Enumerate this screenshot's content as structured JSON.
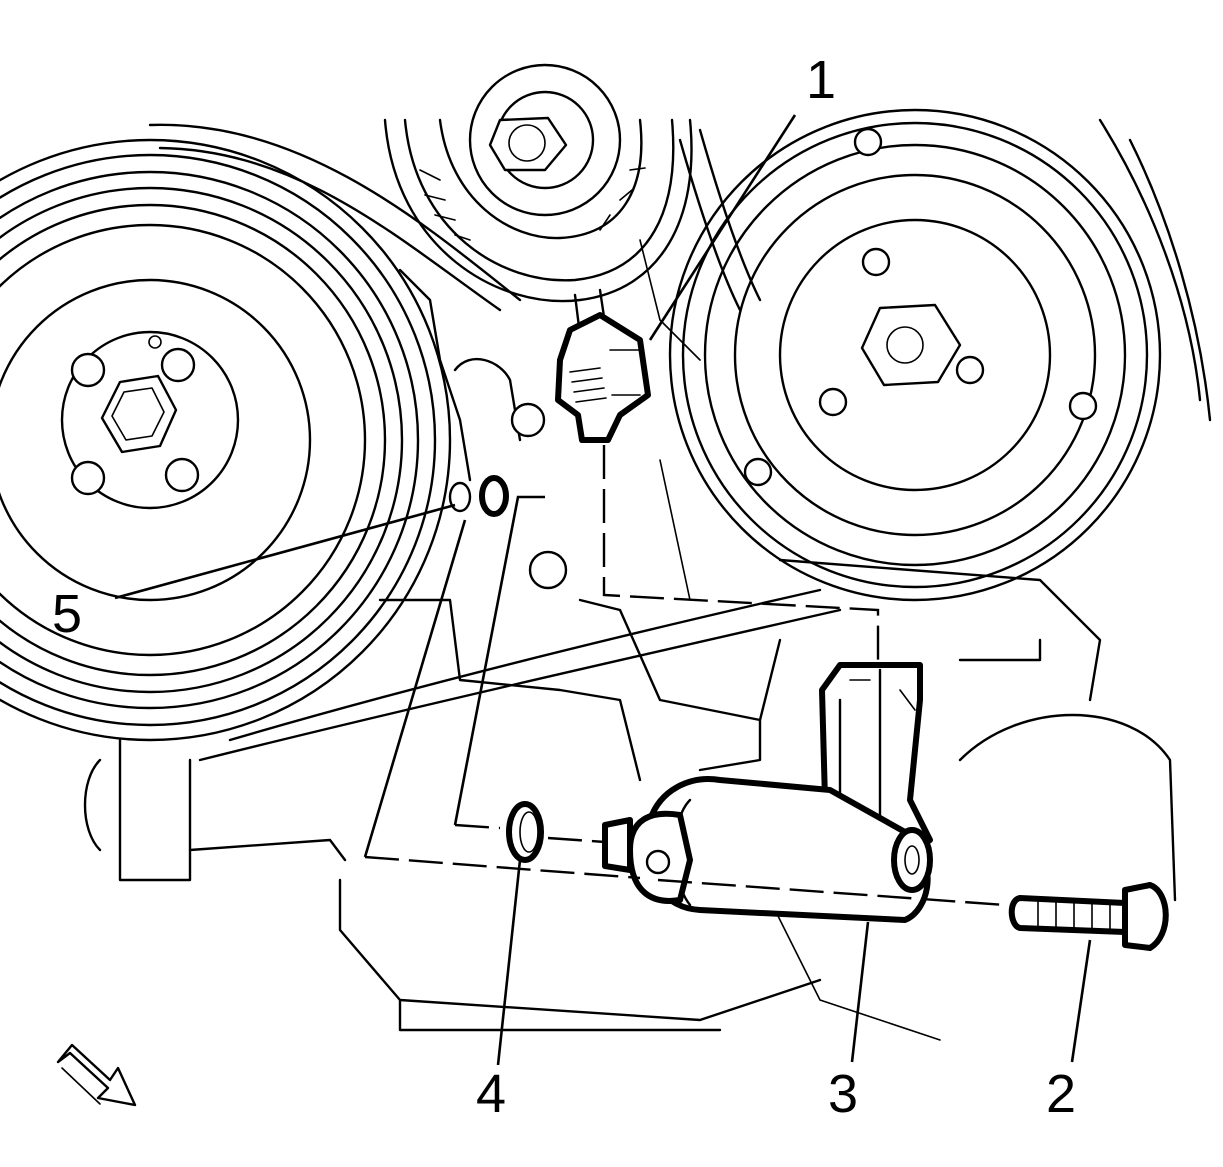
{
  "callouts": [
    {
      "id": "1",
      "label": "1"
    },
    {
      "id": "2",
      "label": "2"
    },
    {
      "id": "3",
      "label": "3"
    },
    {
      "id": "4",
      "label": "4"
    },
    {
      "id": "5",
      "label": "5"
    }
  ],
  "orientation_icon": "view-direction-arrow-icon",
  "colors": {
    "line": "#000000",
    "background": "#ffffff"
  }
}
